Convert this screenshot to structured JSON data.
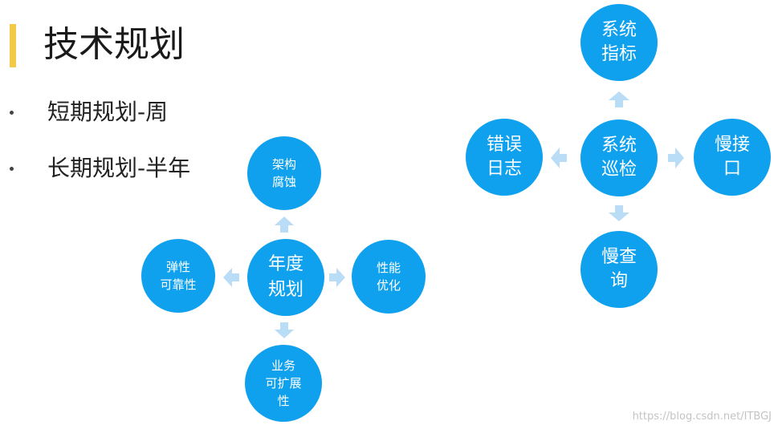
{
  "title": "技术规划",
  "bullets": [
    "短期规划-周",
    "长期规划-半年"
  ],
  "left_diagram": {
    "center": "年度\n规划",
    "top": "架构\n腐蚀",
    "left": "弹性\n可靠性",
    "right": "性能\n优化",
    "bottom": "业务\n可扩展\n性"
  },
  "right_diagram": {
    "center": "系统\n巡检",
    "top": "系统\n指标",
    "left": "错误\n日志",
    "right": "慢接\n口",
    "bottom": "慢查\n询"
  },
  "colors": {
    "node": "#10a1ee",
    "arrow": "#b9dcf7",
    "accent_bar": "#f3c947"
  },
  "watermark": "https://blog.csdn.net/ITBGJ"
}
